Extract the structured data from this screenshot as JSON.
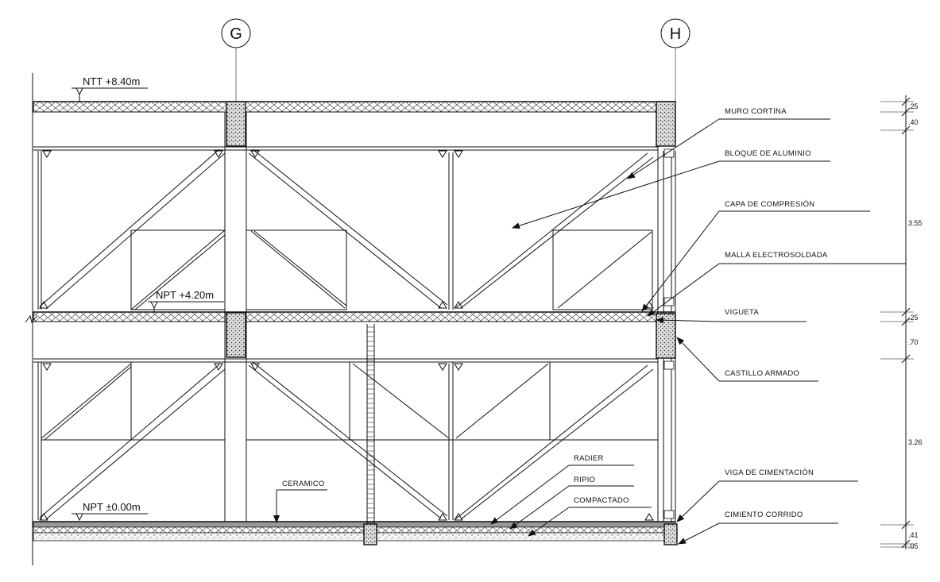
{
  "axes": {
    "g": "G",
    "h": "H"
  },
  "levels": {
    "ntt": "NTT +8.40m",
    "npt_upper": "NPT +4.20m",
    "npt_ground": "NPT ±0.00m"
  },
  "labels": {
    "muro_cortina": "MURO CORTINA",
    "bloque_aluminio": "BLOQUE DE ALUMINIO",
    "capa_compresion": "CAPA DE COMPRESIÓN",
    "malla": "MALLA ELECTROSOLDADA",
    "vigueta": "VIGUETA",
    "castillo": "CASTILLO ARMADO",
    "radier": "RADIER",
    "ripio": "RIPIO",
    "compactado": "COMPACTADO",
    "ceramico": "CERAMICO",
    "viga_cimentacion": "VIGA DE CIMENTACIÓN",
    "cimiento": "CIMIENTO CORRIDO"
  },
  "dimensions": {
    "d1": ".25",
    "d2": ".40",
    "d3": "3.55",
    "d4": ".25",
    "d5": ".70",
    "d6": "3.26",
    "d7": ".41",
    "d8": ".05"
  }
}
